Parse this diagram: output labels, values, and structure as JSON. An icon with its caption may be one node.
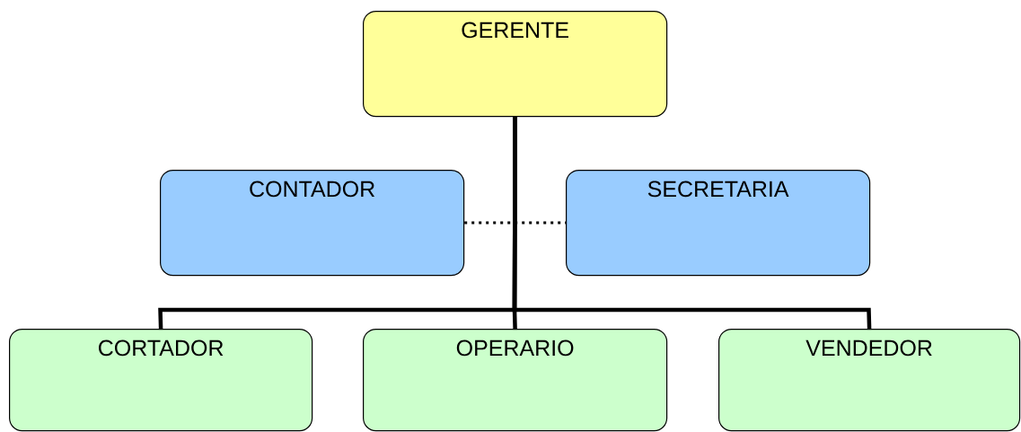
{
  "diagram": {
    "nodes": [
      {
        "text": [
          "GERENTE"
        ]
      },
      {
        "text": [
          "CONTADOR"
        ]
      },
      {
        "text": [
          "SECRETARIA"
        ]
      },
      {
        "text": [
          "CORTADOR"
        ]
      },
      {
        "text": [
          "OPERARIO"
        ]
      },
      {
        "text": [
          "VENDEDOR"
        ]
      }
    ],
    "edges": [
      {
        "from": 0,
        "to": 3,
        "arrow": "none"
      },
      {
        "from": 0,
        "to": 4,
        "arrow": "none"
      },
      {
        "from": 0,
        "to": 5,
        "arrow": "none"
      },
      {
        "from": 1,
        "to": 2,
        "arrow": "none",
        "style": "dashed"
      }
    ]
  }
}
